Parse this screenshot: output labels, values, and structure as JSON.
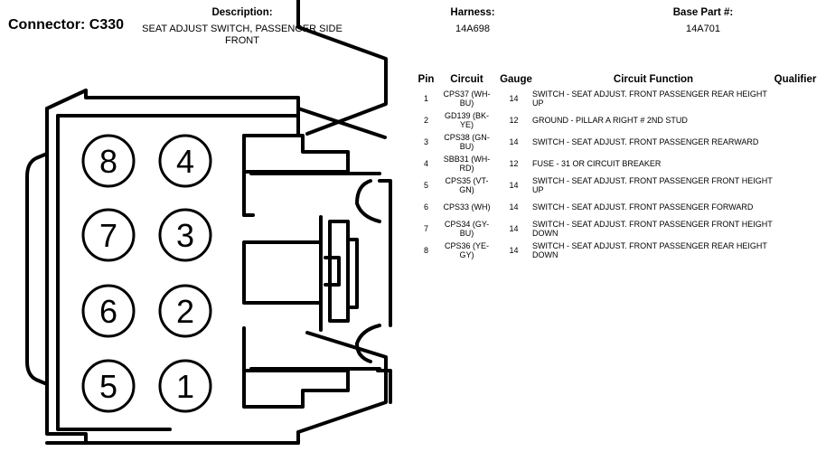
{
  "connector": {
    "label": "Connector: C330"
  },
  "description": {
    "heading": "Description:",
    "value": "SEAT ADJUST SWITCH, PASSENGER SIDE FRONT"
  },
  "harness": {
    "heading": "Harness:",
    "value": "14A698"
  },
  "base_part": {
    "heading": "Base Part #:",
    "value": "14A701"
  },
  "table": {
    "headers": {
      "pin": "Pin",
      "circuit": "Circuit",
      "gauge": "Gauge",
      "function": "Circuit Function",
      "qualifier": "Qualifier"
    },
    "rows": [
      {
        "pin": "1",
        "circuit": "CPS37 (WH-BU)",
        "gauge": "14",
        "function": "SWITCH - SEAT ADJUST. FRONT PASSENGER REAR HEIGHT UP",
        "qualifier": ""
      },
      {
        "pin": "2",
        "circuit": "GD139 (BK-YE)",
        "gauge": "12",
        "function": "GROUND - PILLAR A RIGHT # 2ND STUD",
        "qualifier": ""
      },
      {
        "pin": "3",
        "circuit": "CPS38 (GN-BU)",
        "gauge": "14",
        "function": "SWITCH - SEAT ADJUST. FRONT PASSENGER REARWARD",
        "qualifier": ""
      },
      {
        "pin": "4",
        "circuit": "SBB31 (WH-RD)",
        "gauge": "12",
        "function": "FUSE - 31 OR CIRCUIT BREAKER",
        "qualifier": ""
      },
      {
        "pin": "5",
        "circuit": "CPS35 (VT-GN)",
        "gauge": "14",
        "function": "SWITCH - SEAT ADJUST. FRONT PASSENGER FRONT HEIGHT UP",
        "qualifier": ""
      },
      {
        "pin": "6",
        "circuit": "CPS33 (WH)",
        "gauge": "14",
        "function": "SWITCH - SEAT ADJUST. FRONT PASSENGER FORWARD",
        "qualifier": ""
      },
      {
        "pin": "7",
        "circuit": "CPS34 (GY-BU)",
        "gauge": "14",
        "function": "SWITCH - SEAT ADJUST. FRONT PASSENGER FRONT HEIGHT DOWN",
        "qualifier": ""
      },
      {
        "pin": "8",
        "circuit": "CPS36 (YE-GY)",
        "gauge": "14",
        "function": "SWITCH - SEAT ADJUST. FRONT PASSENGER REAR HEIGHT DOWN",
        "qualifier": ""
      }
    ]
  },
  "diagram": {
    "pin_labels": {
      "p1": "1",
      "p2": "2",
      "p3": "3",
      "p4": "4",
      "p5": "5",
      "p6": "6",
      "p7": "7",
      "p8": "8"
    }
  }
}
